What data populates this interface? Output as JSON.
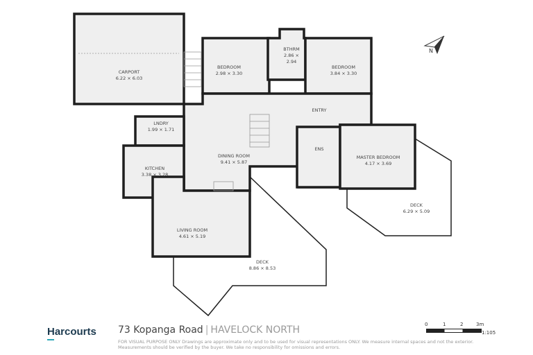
{
  "rooms": {
    "carport": {
      "name": "CARPORT",
      "size": "6.22 × 6.03"
    },
    "bedroom1": {
      "name": "BEDROOM",
      "size": "2.98 × 3.30"
    },
    "bathroom": {
      "name": "BTHRM",
      "size1": "2.86 ×",
      "size2": "2.94"
    },
    "bedroom2": {
      "name": "BEDROOM",
      "size": "3.84 × 3.30"
    },
    "entry": {
      "name": "ENTRY"
    },
    "laundry": {
      "name": "LNDRY",
      "size": "1.99 × 1.71"
    },
    "dining": {
      "name": "DINING ROOM",
      "size": "9.41 × 5.87"
    },
    "ensuite": {
      "name": "ENS"
    },
    "master": {
      "name": "MASTER BEDROOM",
      "size": "4.17 × 3.69"
    },
    "kitchen": {
      "name": "KITCHEN",
      "size": "3.38 × 3.28"
    },
    "living": {
      "name": "LIVING ROOM",
      "size": "4.61 × 5.19"
    },
    "deck_main": {
      "name": "DECK",
      "size": "8.86 × 8.53"
    },
    "deck_master": {
      "name": "DECK",
      "size": "6.29 × 5.09"
    }
  },
  "compass": {
    "icon": "north-arrow-icon",
    "label": "N"
  },
  "footer": {
    "brand": "Harcourts",
    "street": "73 Kopanga Road",
    "separator": "|",
    "town": "HAVELOCK NORTH",
    "disclaimer": "FOR VISUAL PURPOSE ONLY Drawings are approximate only and to be used for visual representations ONLY. We measure internal spaces and not the exterior. Measurements should be verified by the buyer. We take no responsibility for omissions and errors.",
    "scale": {
      "ticks": [
        "0",
        "1",
        "2",
        "3m"
      ],
      "ratio": "1:105"
    }
  }
}
